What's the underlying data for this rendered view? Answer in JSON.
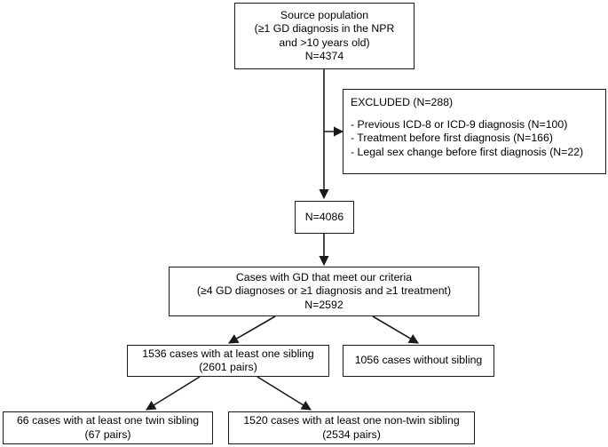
{
  "figure": {
    "type": "flowchart",
    "title": "Study population selection flow chart",
    "orientation": "top-down"
  },
  "nodes": [
    {
      "id": "source-population",
      "name": "source-population-box",
      "lines": [
        "Source population",
        "(≥1 GD diagnosis in the NPR",
        "and >10 years old)",
        "N=4374"
      ]
    },
    {
      "id": "excluded",
      "name": "excluded-box",
      "lines": [
        "EXCLUDED (N=288)",
        "",
        "- Previous ICD-8 or ICD-9 diagnosis (N=100)",
        "- Treatment before first diagnosis (N=166)",
        "- Legal sex change before first diagnosis (N=22)"
      ]
    },
    {
      "id": "remaining",
      "name": "remaining-count-box",
      "lines": [
        "N=4086"
      ]
    },
    {
      "id": "criteria-cases",
      "name": "criteria-cases-box",
      "lines": [
        "Cases with GD that meet our criteria",
        "(≥4 GD diagnoses or ≥1 diagnosis and ≥1 treatment)",
        "N=2592"
      ]
    },
    {
      "id": "with-sibling",
      "name": "cases-with-sibling-box",
      "lines": [
        "1536 cases with at least one sibling",
        "(2601 pairs)"
      ]
    },
    {
      "id": "without-sibling",
      "name": "cases-without-sibling-box",
      "lines": [
        "1056 cases without sibling"
      ]
    },
    {
      "id": "twin-sibling",
      "name": "cases-with-twin-sibling-box",
      "lines": [
        "66 cases with at least one twin sibling",
        "(67 pairs)"
      ]
    },
    {
      "id": "non-twin-sibling",
      "name": "cases-with-non-twin-sibling-box",
      "lines": [
        "1520 cases with at least one non-twin sibling",
        "(2534 pairs)"
      ]
    }
  ],
  "edges": [
    {
      "name": "edge-source-to-remaining",
      "from": "source-population",
      "to": "remaining"
    },
    {
      "name": "edge-source-to-excluded",
      "from": "source-population",
      "to": "excluded"
    },
    {
      "name": "edge-remaining-to-criteria",
      "from": "remaining",
      "to": "criteria-cases"
    },
    {
      "name": "edge-criteria-to-with-sibling",
      "from": "criteria-cases",
      "to": "with-sibling"
    },
    {
      "name": "edge-criteria-to-without-sibling",
      "from": "criteria-cases",
      "to": "without-sibling"
    },
    {
      "name": "edge-sibling-to-twin",
      "from": "with-sibling",
      "to": "twin-sibling"
    },
    {
      "name": "edge-sibling-to-non-twin",
      "from": "with-sibling",
      "to": "non-twin-sibling"
    }
  ],
  "colors": {
    "background": "#ffffff",
    "stroke": "#1a1a1a",
    "text": "#000000"
  }
}
